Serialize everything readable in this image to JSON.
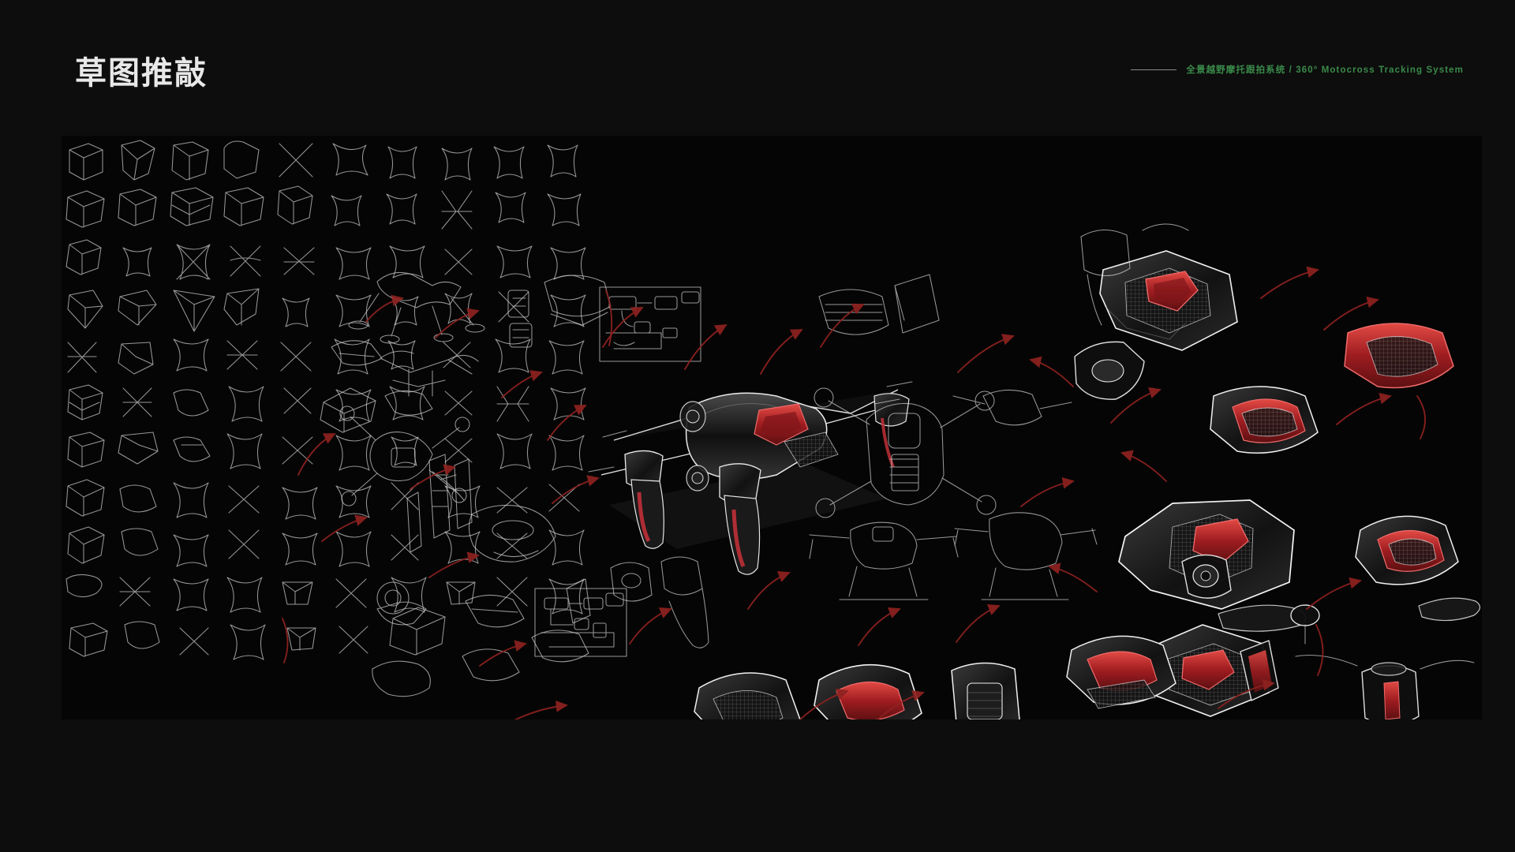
{
  "header": {
    "title": "草图推敲",
    "rule_icon": "horizontal-rule-icon",
    "subtitle_cn": "全景越野摩托跟拍系统",
    "subtitle_separator": "/",
    "subtitle_en": "360° Motocross Tracking System",
    "subtitle_full": "全景越野摩托跟拍系统 / 360° Motocross Tracking System"
  },
  "colors": {
    "page_background": "#0d0d0d",
    "board_background": "#050505",
    "title_text": "#e8e8e8",
    "accent_green": "#3a8a4a",
    "rule_grey": "#8a8a8a",
    "sketch_line": "#cfcfcf",
    "accent_red": "#b3232a",
    "arrow_red": "#8e2220"
  },
  "board": {
    "name": "sketch-exploration-board",
    "description": "Dense ideation board of hand-drawn quadcopter drone concept sketches",
    "clusters": [
      {
        "id": "thumbnail-grid",
        "label": "Ideation thumbnail grid",
        "region": "left",
        "style": "white line art"
      },
      {
        "id": "frame-studies",
        "label": "Quadcopter frame studies",
        "region": "left-center",
        "style": "white line art"
      },
      {
        "id": "hero-rendering",
        "label": "Hero quadcopter rendering",
        "region": "center",
        "style": "shaded with red accents"
      },
      {
        "id": "orthographic-views",
        "label": "Orthographic top / side / front views",
        "region": "center-right",
        "style": "white line art"
      },
      {
        "id": "body-shell-studies",
        "label": "Camera body shell studies",
        "region": "right",
        "style": "shaded with red accents"
      },
      {
        "id": "component-details",
        "label": "Gimbal and motor component details",
        "region": "far-right",
        "style": "shaded with red accents"
      },
      {
        "id": "flow-diagrams",
        "label": "Boxed system flow diagrams",
        "region": "center-bottom",
        "style": "white line art"
      },
      {
        "id": "process-arrows",
        "label": "Red process flow arrows",
        "region": "throughout",
        "style": "crimson curved arrows"
      }
    ]
  }
}
